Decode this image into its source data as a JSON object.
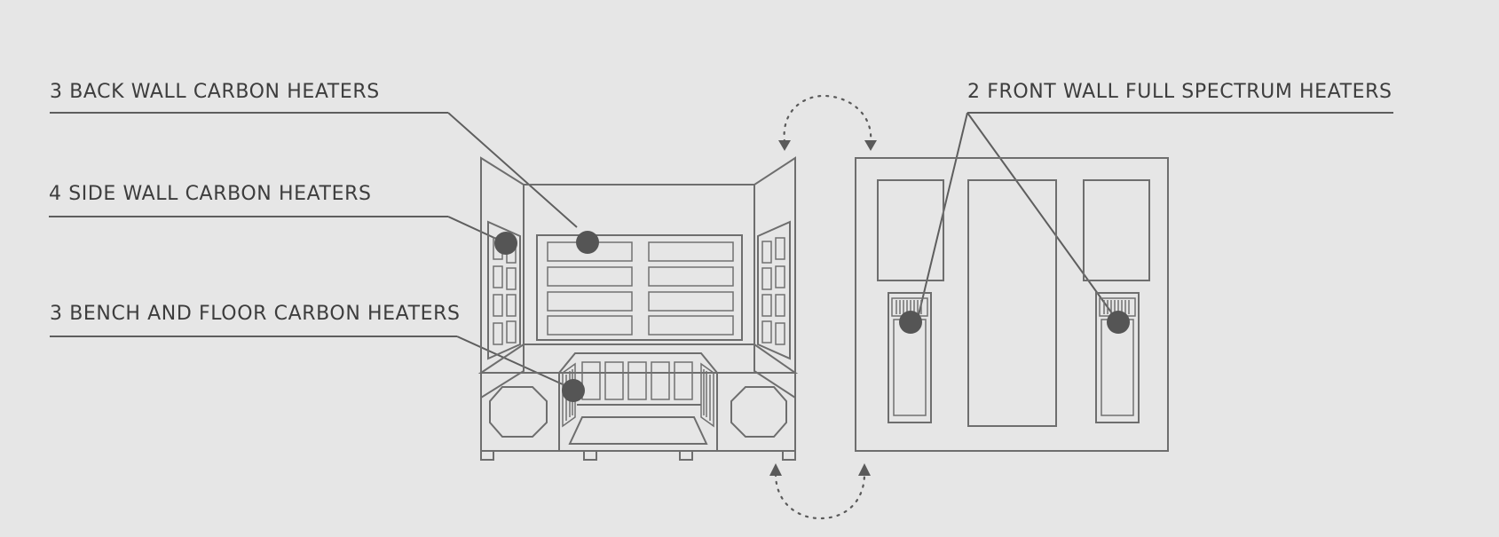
{
  "callouts": {
    "back_wall": "3 BACK WALL CARBON HEATERS",
    "side_wall": "4 SIDE WALL CARBON HEATERS",
    "bench_floor": "3 BENCH AND FLOOR CARBON HEATERS",
    "front_wall": "2 FRONT WALL FULL SPECTRUM HEATERS"
  },
  "colors": {
    "background": "#e6e6e6",
    "line": "#5e5e5e",
    "marker": "#555555",
    "text": "#3d3d3d"
  }
}
